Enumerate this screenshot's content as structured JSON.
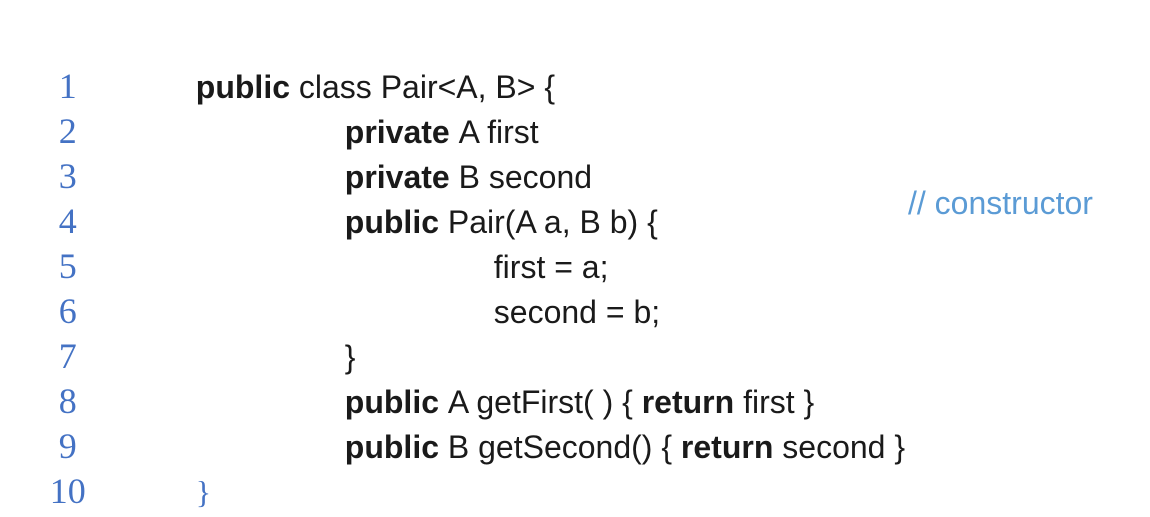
{
  "page": {
    "background": "#ffffff"
  },
  "colors": {
    "line_number": "#4472C4",
    "comment": "#5B9BD5",
    "code": "#1a1a1a"
  },
  "listing": {
    "language": "java",
    "lines": [
      {
        "number": "1",
        "indent": 0,
        "segments": [
          {
            "text": "public ",
            "bold": true
          },
          {
            "text": "class Pair<A, B> {"
          }
        ]
      },
      {
        "number": "2",
        "indent": 1,
        "segments": [
          {
            "text": "private ",
            "bold": true
          },
          {
            "text": "A first"
          }
        ]
      },
      {
        "number": "3",
        "indent": 1,
        "segments": [
          {
            "text": "private ",
            "bold": true
          },
          {
            "text": "B second"
          }
        ]
      },
      {
        "number": "4",
        "indent": 1,
        "segments": [
          {
            "text": "public ",
            "bold": true
          },
          {
            "text": "Pair(A a, B b) {"
          }
        ],
        "comment": "// constructor"
      },
      {
        "number": "5",
        "indent": 2,
        "segments": [
          {
            "text": "first = a;"
          }
        ]
      },
      {
        "number": "6",
        "indent": 2,
        "segments": [
          {
            "text": "second = b;"
          }
        ]
      },
      {
        "number": "7",
        "indent": 1,
        "segments": [
          {
            "text": "}"
          }
        ]
      },
      {
        "number": "8",
        "indent": 1,
        "segments": [
          {
            "text": "public ",
            "bold": true
          },
          {
            "text": "A getFirst( ) { "
          },
          {
            "text": "return ",
            "bold": true
          },
          {
            "text": "first }"
          }
        ]
      },
      {
        "number": "9",
        "indent": 1,
        "segments": [
          {
            "text": "public ",
            "bold": true
          },
          {
            "text": "B getSecond() { "
          },
          {
            "text": "return ",
            "bold": true
          },
          {
            "text": "second }"
          }
        ]
      },
      {
        "number": "10",
        "indent": 0,
        "segments": [
          {
            "text": "}",
            "accent_serif": true
          }
        ]
      }
    ]
  }
}
